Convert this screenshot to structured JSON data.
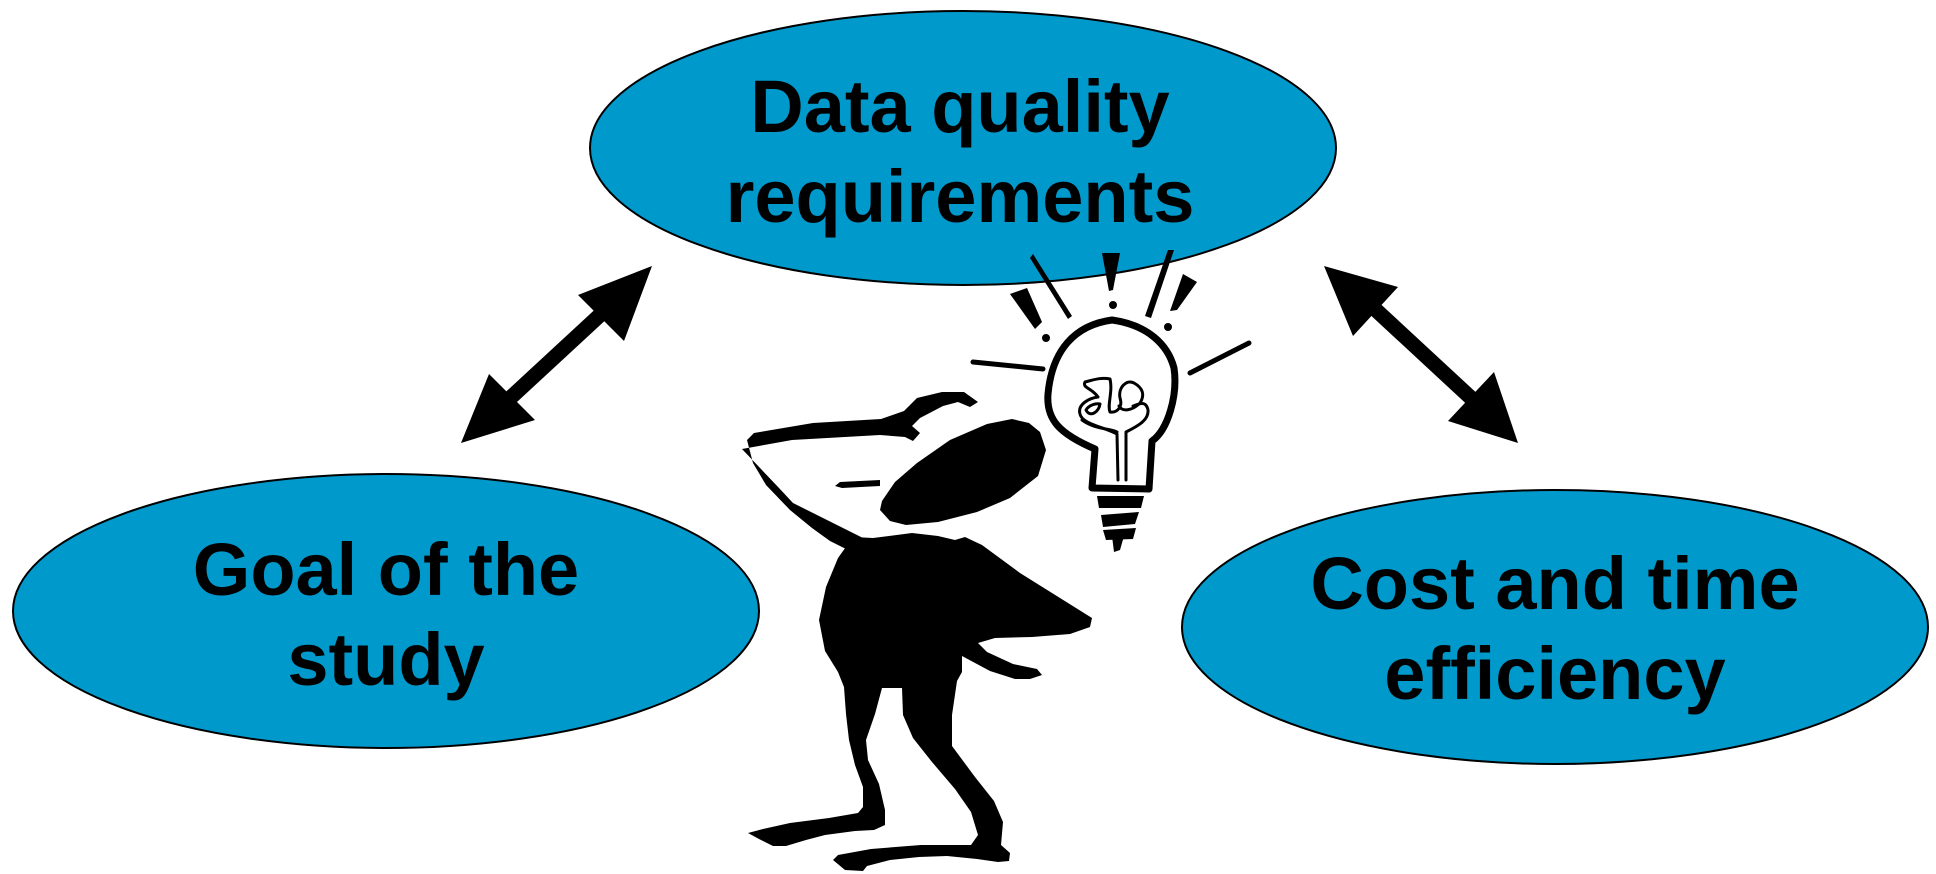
{
  "diagram": {
    "colors": {
      "node_fill": "#0099CC",
      "node_stroke": "#000000",
      "arrow": "#000000",
      "text": "#000000"
    },
    "nodes": {
      "top": {
        "line1": "Data quality",
        "line2": "requirements"
      },
      "left": {
        "line1": "Goal of the",
        "line2": "study"
      },
      "right": {
        "line1": "Cost and time",
        "line2": "efficiency"
      }
    },
    "arrows": [
      {
        "from": "top",
        "to": "left",
        "style": "double-headed"
      },
      {
        "from": "top",
        "to": "right",
        "style": "double-headed"
      }
    ],
    "illustration": {
      "icon": "thinking-person-with-lightbulb-icon"
    }
  }
}
